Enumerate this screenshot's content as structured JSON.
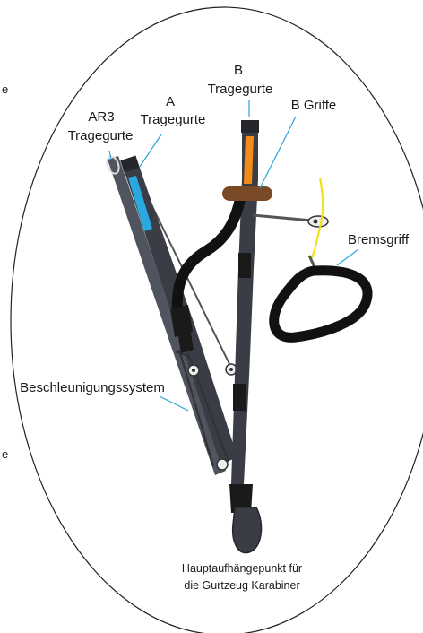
{
  "labels": {
    "b_riser_line1": "B",
    "b_riser_line2": "Tragegurte",
    "a_riser_line1": "A",
    "a_riser_line2": "Tragegurte",
    "ar3_riser_line1": "AR3",
    "ar3_riser_line2": "Tragegurte",
    "b_handles": "B Griffe",
    "brake_handle": "Bremsgriff",
    "speed_system": "Beschleunigungssystem",
    "main_attachment_line1": "Hauptaufhängepunkt für",
    "main_attachment_line2": "die Gurtzeug Karabiner"
  },
  "edge_fragments": {
    "top_left": "e",
    "bottom_left": "e"
  },
  "colors": {
    "webbing": "#3a3d45",
    "webbing_dark": "#24262c",
    "a_riser_stripe": "#2aa8e0",
    "b_riser_stripe": "#f08c1a",
    "b_handle_bar": "#7a4a26",
    "brake_line": "#f2e01a",
    "leader_lines": "#29a3d8",
    "brake_loop": "#111111"
  }
}
